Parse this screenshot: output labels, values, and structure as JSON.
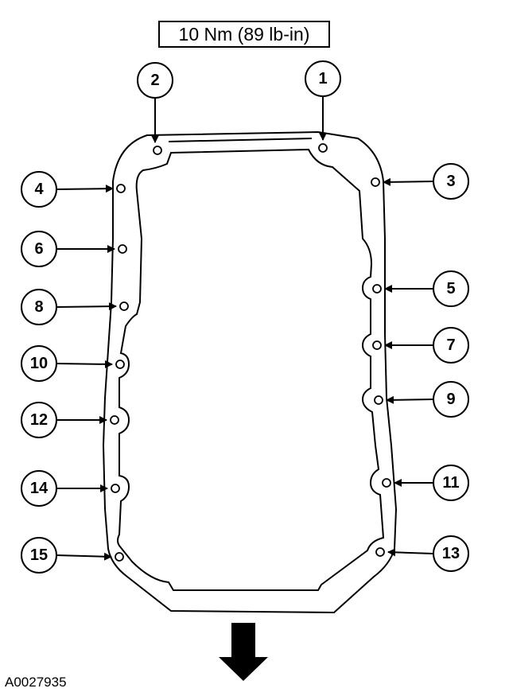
{
  "torque_spec": "10 Nm (89 lb-in)",
  "figure_id": "A0027935",
  "callouts": [
    "1",
    "2",
    "3",
    "4",
    "5",
    "6",
    "7",
    "8",
    "9",
    "10",
    "11",
    "12",
    "13",
    "14",
    "15"
  ],
  "direction_arrow": "arrow-down-icon"
}
